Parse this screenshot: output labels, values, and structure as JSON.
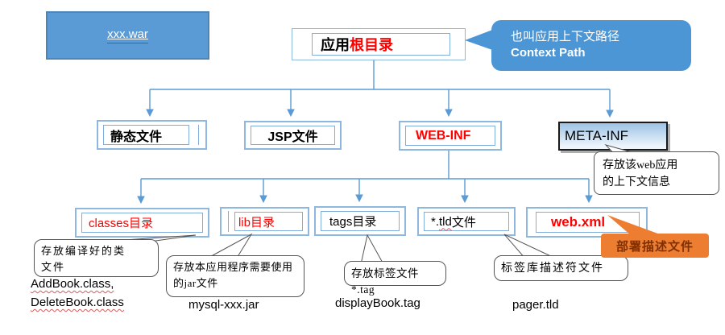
{
  "war_box": {
    "label": "xxx.war"
  },
  "tree": {
    "root": {
      "black": "应用",
      "red": "根目录"
    },
    "static_files": "静态文件",
    "jsp": "JSP文件",
    "web_inf": "WEB-INF",
    "meta_inf": "META-INF",
    "classes": "classes目录",
    "lib": "lib目录",
    "tags": "tags目录",
    "tld": {
      "pre": "*.",
      "wavy": "tld",
      "post": "文件"
    },
    "web_xml": "web.xml"
  },
  "callouts": {
    "context_path": {
      "line1": "也叫应用上下文路径",
      "line2": "Context Path"
    },
    "meta_inf": {
      "line1": "存放该web应用",
      "line2": "的上下文信息"
    },
    "classes": {
      "line1": "存放编译好的类",
      "line2": "文件"
    },
    "lib": {
      "line1": "存放本应用程序需要使用",
      "line2": "的jar文件"
    },
    "tags": {
      "line1": "存放标签文件*.tag"
    },
    "tld": {
      "line1": "标签库描述符文件"
    },
    "web_xml": {
      "line1": "部署描述文件"
    }
  },
  "examples": {
    "classes_line1": "AddBook.class,",
    "classes_line2": "DeleteBook.class",
    "lib": "mysql-xxx.jar",
    "tags": "displayBook.tag",
    "tld": "pager.tld"
  },
  "colors": {
    "accent_blue": "#4d96d6",
    "connector_blue": "#5b9bd5",
    "orange": "#ed7d31",
    "red_text": "#ff0000"
  }
}
